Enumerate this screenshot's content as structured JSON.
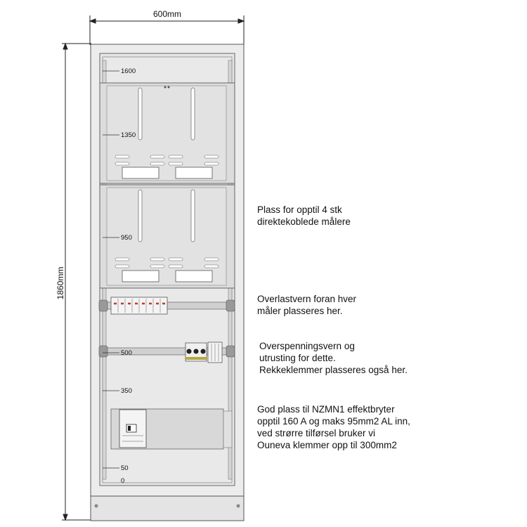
{
  "dimensions": {
    "width_label": "600mm",
    "height_label": "1860mm"
  },
  "levels": [
    "1600",
    "1350",
    "950",
    "500",
    "350",
    "50",
    "0"
  ],
  "notes": {
    "meters": [
      "Plass for opptil 4 stk",
      "direktekoblede målere"
    ],
    "overload": [
      "Overlastvern foran hver",
      "måler plasseres her."
    ],
    "surge": [
      "Overspenningsvern og",
      "utrusting for dette.",
      "Rekkeklemmer plasseres også her."
    ],
    "breaker": [
      "God plass til NZMN1 effektbryter",
      "opptil 160 A og maks 95mm2 AL inn,",
      "ved strørre tilførsel bruker vi",
      "Ouneva klemmer opp til 300mm2"
    ]
  },
  "colors": {
    "cabinet": "#ebebeb",
    "panel": "#dedede",
    "line": "#555555",
    "breaker_accent": "#c0392b"
  }
}
